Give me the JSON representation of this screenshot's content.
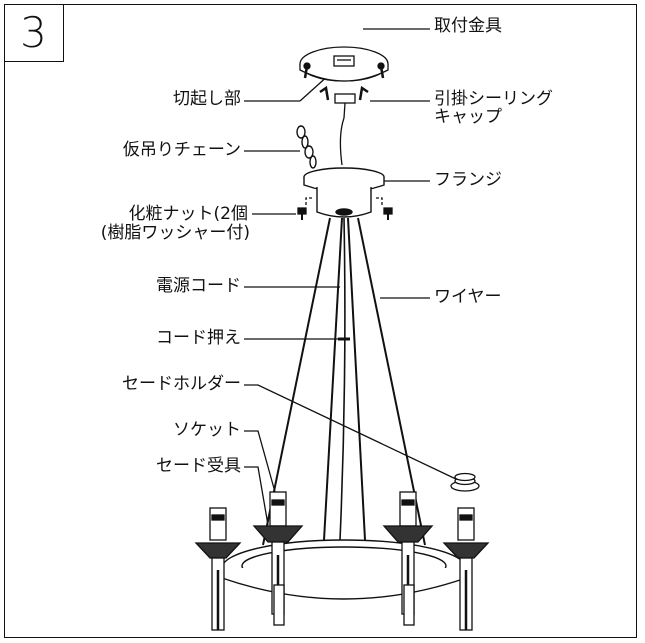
{
  "step_number": "3",
  "labels": {
    "mounting_bracket": "取付金具",
    "cutout": "切起し部",
    "hook_cap_line1": "引掛シーリング",
    "hook_cap_line2": "キャップ",
    "temp_chain": "仮吊りチェーン",
    "flange": "フランジ",
    "decor_nut_line1": "化粧ナット(2個",
    "decor_nut_line2": "(樹脂ワッシャー付)",
    "power_cord": "電源コード",
    "wire": "ワイヤー",
    "cord_clamp": "コード押え",
    "shade_holder": "セードホルダー",
    "socket": "ソケット",
    "shade_receiver": "セード受具"
  }
}
